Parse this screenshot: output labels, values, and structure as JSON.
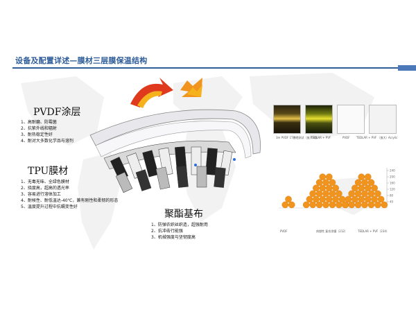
{
  "title": "设备及配置详述—膜材三层膜保温结构",
  "layers": [
    {
      "name": "PVDF涂层",
      "items": [
        "1、高耐磨、防霉菌",
        "2、抗紫外线和辐射",
        "3、耐热稳定性好",
        "4、耐对大多数化学品与溶剂"
      ]
    },
    {
      "name": "TPU膜材",
      "items": [
        "1、无毒无味、全绿色膜材",
        "2、挠度高，超高的透光率",
        "3、容易进行溶体加工",
        "4、耐候性、耐低温达-40℃，兼有刚性和柔韧的形态",
        "5、温度提升过程中抗蠕变性好"
      ]
    },
    {
      "name": "聚酯基布",
      "items": [
        "1、防弹农织丝织造，超强耐用",
        "2、抗冲击行能强",
        "3、机械强度与坚韧度高"
      ]
    }
  ],
  "photos": {
    "captions": [
      "3m PVDF\n1T暴晒测试（放大5倍）",
      "TEDLAR + PVF",
      "PVDF",
      "TEDLAR + PVF\n（放大）",
      "Acrylic"
    ]
  },
  "chart_data": {
    "type": "bar",
    "categories": [
      "PVDF",
      "热塑性 复合涂膜（212）",
      "TEDLAR + PVF（234）"
    ],
    "values": [
      80,
      220,
      230
    ],
    "ylim": [
      0,
      240
    ],
    "yticks": [
      "240",
      "200",
      "160",
      "120",
      "80",
      "40"
    ],
    "marker_color": "#f0941e"
  },
  "colors": {
    "title": "#2f5d9a",
    "accent": "#f0941e",
    "arrow_red": "#e03a1e"
  }
}
